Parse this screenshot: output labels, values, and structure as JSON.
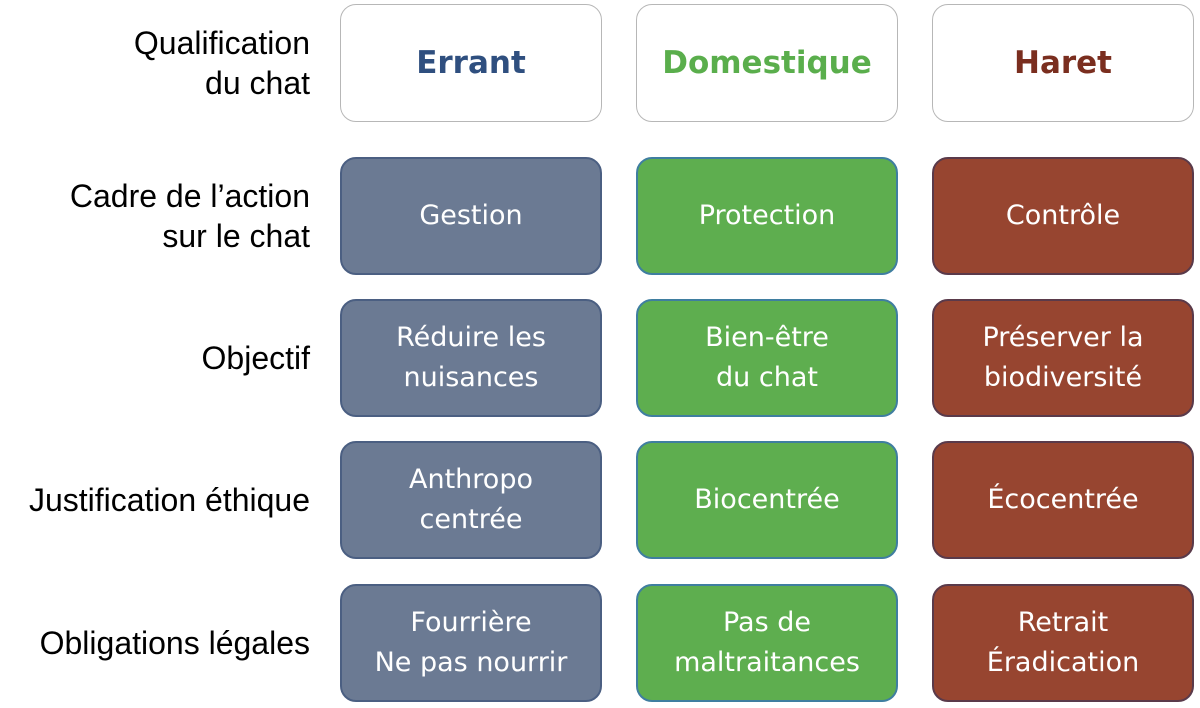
{
  "rows": [
    {
      "label": [
        "Qualification",
        "du chat"
      ]
    },
    {
      "label": [
        "Cadre de l’action",
        "sur le chat"
      ]
    },
    {
      "label": [
        "Objectif"
      ]
    },
    {
      "label": [
        "Justification éthique"
      ]
    },
    {
      "label": [
        "Obligations légales"
      ]
    }
  ],
  "columns": {
    "errant": {
      "header": "Errant",
      "color": "#2f4f7f",
      "fill": "#6b7a93",
      "cells": [
        [
          "Gestion"
        ],
        [
          "Réduire les",
          "nuisances"
        ],
        [
          "Anthropo",
          "centrée"
        ],
        [
          "Fourrière",
          "Ne pas nourrir"
        ]
      ]
    },
    "domestique": {
      "header": "Domestique",
      "color": "#5aae4c",
      "fill": "#5eae4f",
      "cells": [
        [
          "Protection"
        ],
        [
          "Bien-être",
          "du chat"
        ],
        [
          "Biocentrée"
        ],
        [
          "Pas de",
          "maltraitances"
        ]
      ]
    },
    "haret": {
      "header": "Haret",
      "color": "#7a2e1f",
      "fill": "#974530",
      "cells": [
        [
          "Contrôle"
        ],
        [
          "Préserver la",
          "biodiversité"
        ],
        [
          "Écocentrée"
        ],
        [
          "Retrait",
          "Éradication"
        ]
      ]
    }
  }
}
